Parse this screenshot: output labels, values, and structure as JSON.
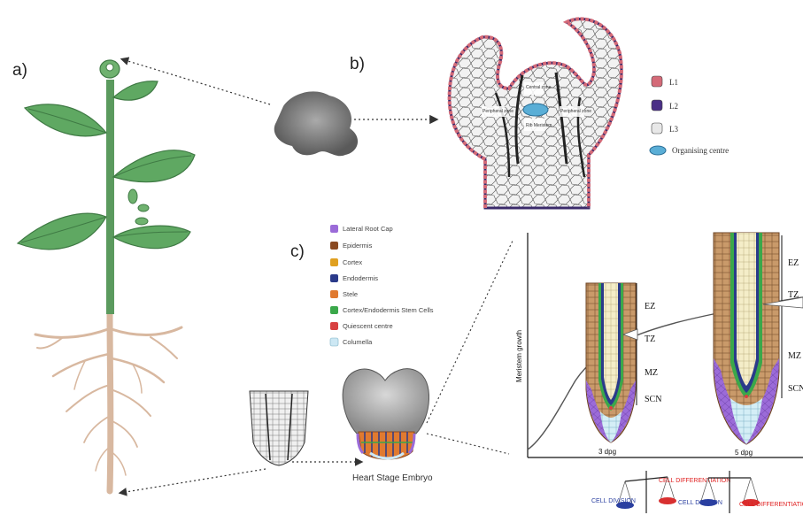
{
  "panels": {
    "a": "a)",
    "b": "b)",
    "c": "c)"
  },
  "meristem_legend": [
    {
      "label": "L1",
      "color": "#d46a78"
    },
    {
      "label": "L2",
      "color": "#4a2f86"
    },
    {
      "label": "L3",
      "color": "#e8e8e8"
    },
    {
      "label": "Organising centre",
      "color": "#5aaed6"
    }
  ],
  "meristem_zones": {
    "central": "Central zone",
    "peripheral_left": "Peripheral zone",
    "peripheral_right": "Peripheral zone",
    "rib": "Rib Meristem"
  },
  "root_legend": [
    {
      "label": "Lateral Root Cap",
      "color": "#9b6bd8"
    },
    {
      "label": "Epidermis",
      "color": "#8a4a22"
    },
    {
      "label": "Cortex",
      "color": "#e0a020"
    },
    {
      "label": "Endodermis",
      "color": "#2a3a8a"
    },
    {
      "label": "Stele",
      "color": "#e07a30"
    },
    {
      "label": "Cortex/Endodermis Stem Cells",
      "color": "#3aa84a"
    },
    {
      "label": "Quiescent centre",
      "color": "#d84040"
    },
    {
      "label": "Columella",
      "color": "#cde8f4"
    }
  ],
  "embryo_caption": "Heart Stage Embryo",
  "graph": {
    "ylabel": "Meristem growth",
    "zones": [
      "EZ",
      "TZ",
      "MZ",
      "SCN"
    ],
    "stage1": "3 dpg",
    "stage2": "5 dpg"
  },
  "balance": {
    "division": "CELL DIVISION",
    "differentiation": "CELL DIFFERENTIATION"
  }
}
